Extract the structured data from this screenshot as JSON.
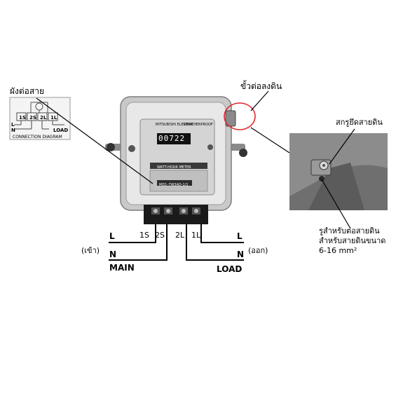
{
  "labels": {
    "wiring_diagram_title": "ผังต่อสาย",
    "ground_terminal": "ขั้วต่อลงดิน",
    "ground_screw": "สกรูยึดสายดิน",
    "ground_hole_line1": "รูสำหรับต่อสายดิน",
    "ground_hole_line2": "สำหรับสายดินขนาด",
    "ground_hole_line3": "6-16 mm²",
    "in_note": "(เข้า)",
    "out_note": "(ออก)",
    "main": "MAIN",
    "load": "LOAD",
    "line_left": "L",
    "neutral_left": "N",
    "line_right": "L",
    "neutral_right": "N"
  },
  "terminals": {
    "t1": "1S",
    "t2": "2S",
    "t3": "2L",
    "t4": "1L"
  },
  "inset_diagram": {
    "t1": "1S",
    "t2": "2S",
    "t3": "2L",
    "t4": "1L",
    "line": "L",
    "neutral": "N",
    "load": "LOAD",
    "caption": "CONNECTION DIAGRAM"
  },
  "meter": {
    "brand": "MITSUBISHI ELECTRIC",
    "model_top": "WEATHERPROOF",
    "reading": "00722",
    "plate_title": "WATT-HOUR METER",
    "model": "MD1-7W3AD-1/1"
  },
  "colors": {
    "highlight_circle": "#e0242a",
    "meter_body": "#d9d9d9",
    "terminal_block": "#1a1a1a",
    "photo_bg": "#6f6f6f"
  }
}
